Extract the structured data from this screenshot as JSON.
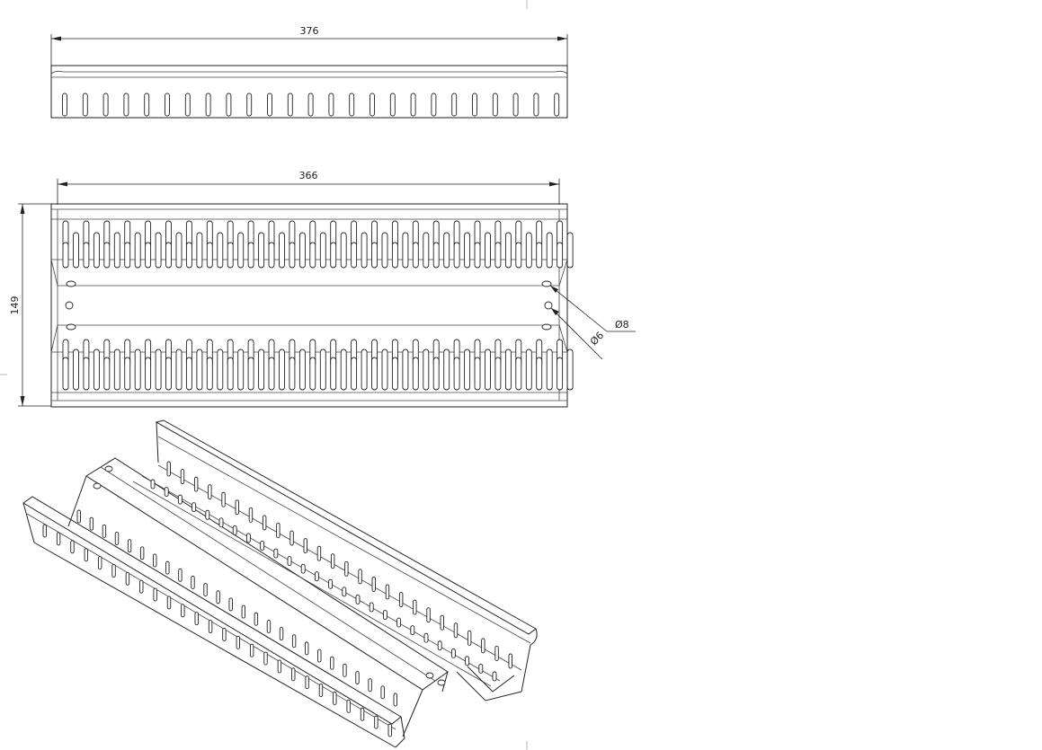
{
  "drawing": {
    "top_view": {
      "length_dim": "376",
      "slot_count": 25
    },
    "front_view": {
      "length_dim": "366",
      "height_dim": "149",
      "hole_large_dim": "Ø8",
      "hole_small_dim": "Ø6",
      "slot_count": 25
    },
    "iso_view": {
      "slot_count": 26
    }
  }
}
